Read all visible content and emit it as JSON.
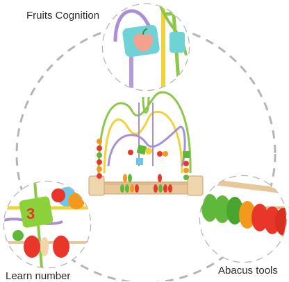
{
  "labels": {
    "fruits_cognition": "Fruits  Cognition",
    "learn_number": "Learn number",
    "abacus_tools": "Abacus tools"
  },
  "icons": {
    "fruit_block": "apple-block-icon",
    "number_block": "number-three-block-icon"
  },
  "colors": {
    "circle_dash": "#b5b5b5",
    "wood": "#e8c79a",
    "bead_red": "#e8372a",
    "bead_orange": "#f39a1e",
    "bead_green": "#5fb83a",
    "wire_purple": "#a98fd3",
    "wire_yellow": "#f0d23a",
    "wire_green": "#8bc84a"
  }
}
